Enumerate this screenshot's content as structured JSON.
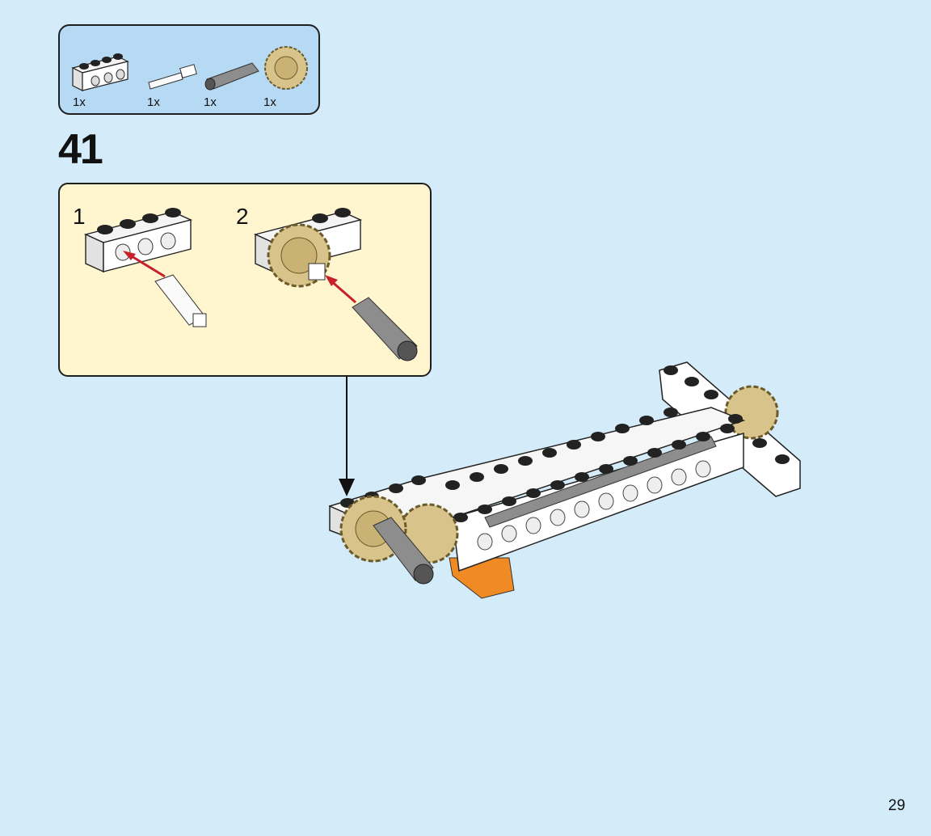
{
  "parts_list": [
    {
      "name": "technic-brick-1x4",
      "qty": "1x"
    },
    {
      "name": "axle-pin",
      "qty": "1x"
    },
    {
      "name": "axle-connector",
      "qty": "1x"
    },
    {
      "name": "gear-20-tooth",
      "qty": "1x"
    }
  ],
  "step_number": "41",
  "substeps": [
    {
      "number": "1"
    },
    {
      "number": "2"
    }
  ],
  "page_number": "29",
  "colors": {
    "background": "#d4ebf9",
    "parts_box": "#b6daf4",
    "substep_box": "#fff5cf",
    "arrow_red": "#c8202a",
    "tan": "#d8c48a"
  }
}
